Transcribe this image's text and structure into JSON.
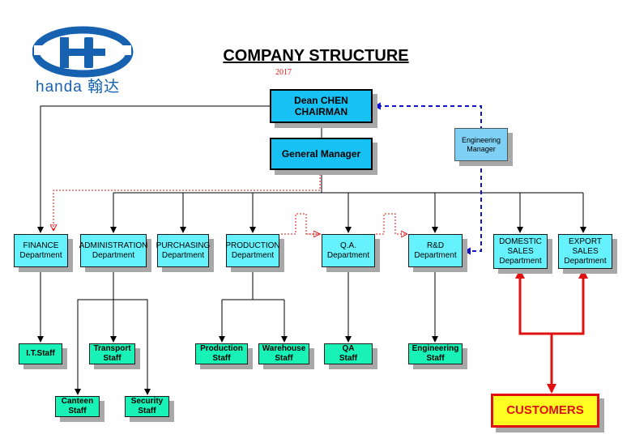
{
  "logo": {
    "text": "handa 翰达",
    "color": "#1661b0"
  },
  "title": "COMPANY STRUCTURE",
  "year": "2017",
  "colors": {
    "department": "#66f2fc",
    "staff": "#19f2b6",
    "top": "#17c1f3",
    "customers_border": "#e01010",
    "customers_fill": "#ffff22",
    "dashed_blue": "#1010d0",
    "dotted_red": "#e01010"
  },
  "nodes": {
    "chairman": "Dean CHEN\nCHAIRMAN",
    "general_manager": "General Manager",
    "engineering_manager": "Engineering\nManager",
    "finance": "FINANCE\nDepartment",
    "administration": "ADMINISTRATION\nDepartment",
    "purchasing": "PURCHASING\nDepartment",
    "production": "PRODUCTION\nDepartment",
    "qa_dept": "Q.A.\nDepartment",
    "rnd": "R&D\nDepartment",
    "domestic_sales": "DOMESTIC\nSALES\nDepartment",
    "export_sales": "EXPORT\nSALES\nDepartment",
    "it_staff": "I.T.Staff",
    "transport_staff": "Transport\nStaff",
    "canteen_staff": "Canteen\nStaff",
    "security_staff": "Security\nStaff",
    "production_staff": "Production\nStaff",
    "warehouse_staff": "Warehouse\nStaff",
    "qa_staff": "QA\nStaff",
    "engineering_staff": "Engineering\nStaff",
    "customers": "CUSTOMERS"
  }
}
